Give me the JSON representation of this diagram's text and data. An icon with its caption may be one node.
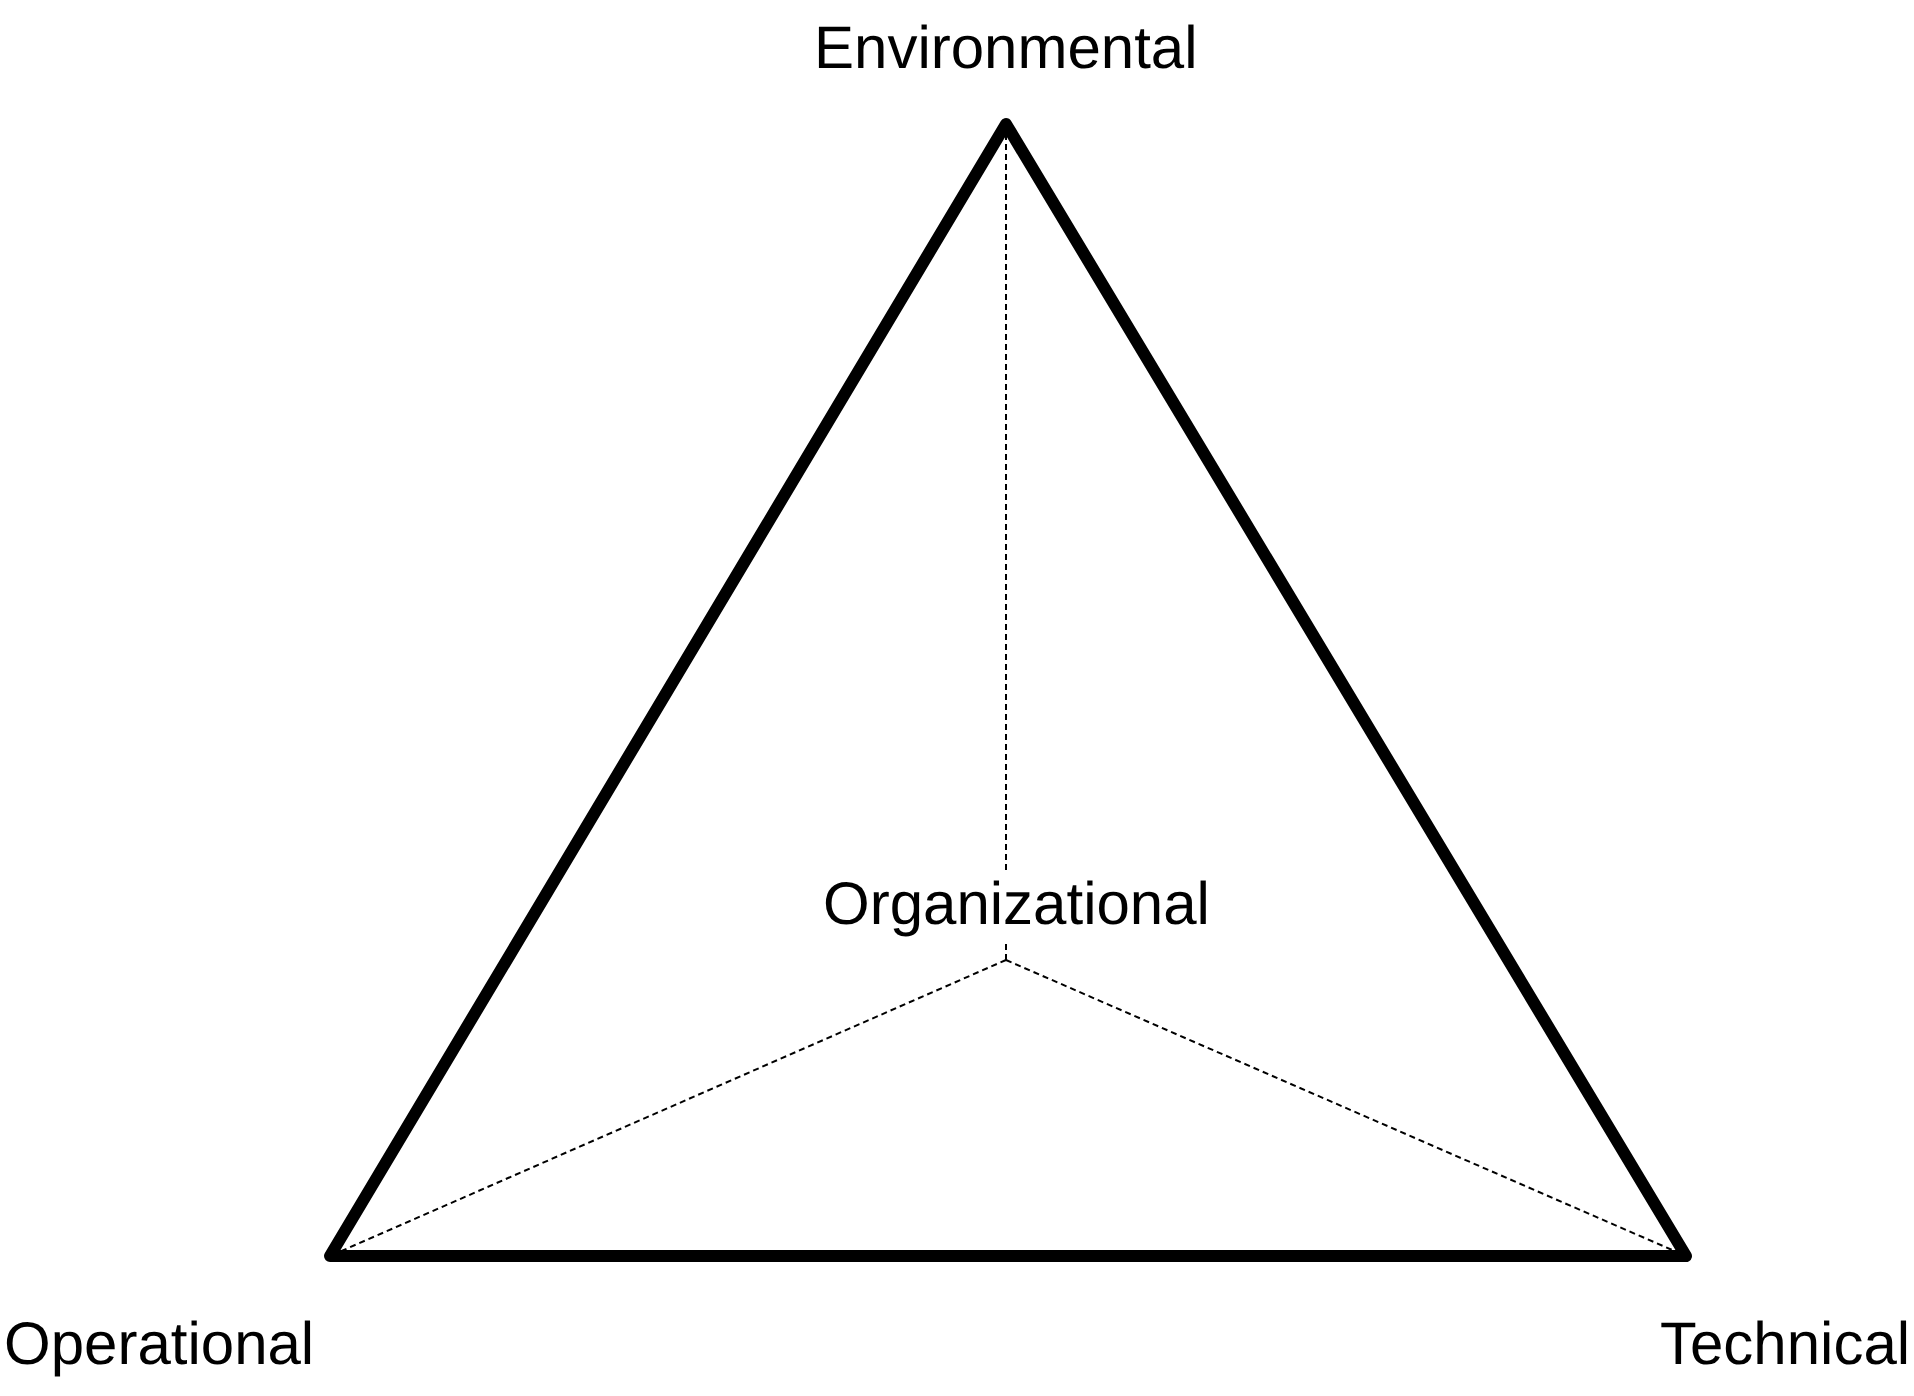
{
  "diagram": {
    "labels": [
      "Environmental",
      "Organizational",
      "Operational",
      "Technical"
    ]
  }
}
